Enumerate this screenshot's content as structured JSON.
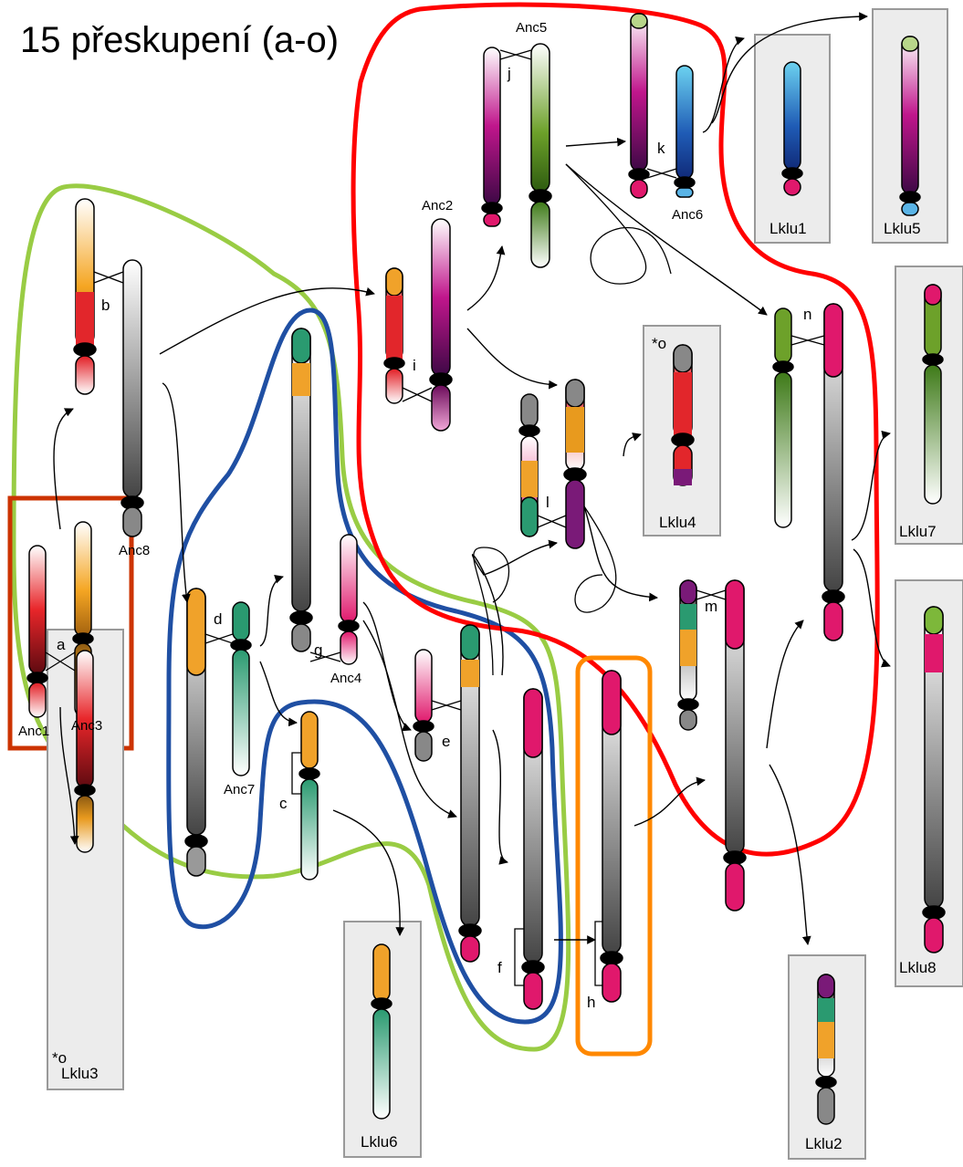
{
  "title": "15 přeskupení (a-o)",
  "labels": {
    "anc1": "Anc1",
    "anc2": "Anc2",
    "anc3": "Anc3",
    "anc4": "Anc4",
    "anc5": "Anc5",
    "anc6": "Anc6",
    "anc7": "Anc7",
    "anc8": "Anc8",
    "a": "a",
    "b": "b",
    "c": "c",
    "d": "d",
    "e": "e",
    "f": "f",
    "g": "g",
    "h": "h",
    "i": "i",
    "j": "j",
    "k": "k",
    "l": "l",
    "m": "m",
    "n": "n",
    "star_o_lklu3": "*o",
    "star_o_lklu4": "*o",
    "lklu1": "Lklu1",
    "lklu2": "Lklu2",
    "lklu3": "Lklu3",
    "lklu4": "Lklu4",
    "lklu5": "Lklu5",
    "lklu6": "Lklu6",
    "lklu7": "Lklu7",
    "lklu8": "Lklu8"
  },
  "colors": {
    "region_anc1_anc3": "#cc3300",
    "region_green": "#99cc44",
    "region_blue": "#1f4fa3",
    "region_red": "#ff0000",
    "region_orange": "#ff8800",
    "box_fill": "#ececec",
    "box_stroke": "#999999"
  }
}
